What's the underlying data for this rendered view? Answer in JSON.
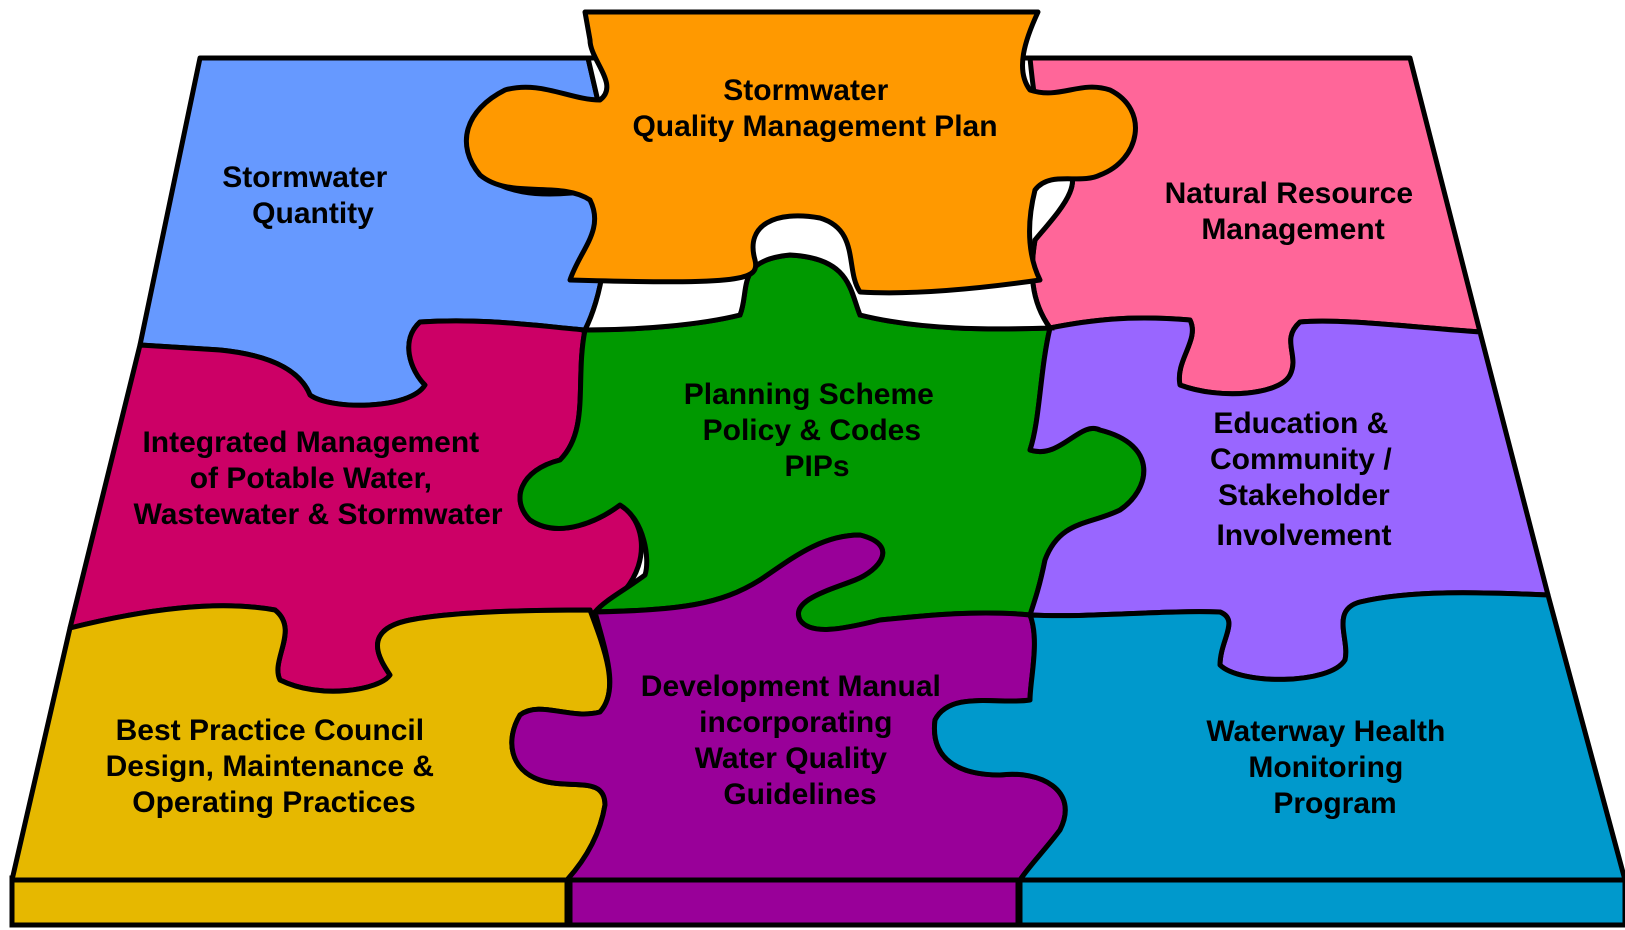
{
  "colors": {
    "stormwater_quantity": "#6699FF",
    "quality_plan": "#FF9900",
    "natural_resource": "#FF6699",
    "integrated_management": "#CC0066",
    "planning_scheme": "#009900",
    "education": "#9966FF",
    "best_practice": "#E6B800",
    "development_manual": "#990099",
    "waterway_health": "#0099CC",
    "outline": "#000000"
  },
  "pieces": {
    "stormwater_quantity": {
      "lines": [
        "Stormwater",
        "Quantity"
      ]
    },
    "quality_plan": {
      "lines": [
        "Stormwater",
        "Quality Management Plan"
      ]
    },
    "natural_resource": {
      "lines": [
        "Natural Resource",
        "Management"
      ]
    },
    "integrated_management": {
      "lines": [
        "Integrated Management",
        "of Potable Water,",
        "Wastewater & Stormwater"
      ]
    },
    "planning_scheme": {
      "lines": [
        "Planning Scheme",
        "Policy & Codes",
        "PIPs"
      ]
    },
    "education": {
      "lines": [
        "Education &",
        "Community /",
        "Stakeholder",
        "Involvement"
      ]
    },
    "best_practice": {
      "lines": [
        "Best Practice Council",
        "Design, Maintenance &",
        "Operating Practices"
      ]
    },
    "development_manual": {
      "lines": [
        "Development Manual",
        "incorporating",
        "Water Quality",
        "Guidelines"
      ]
    },
    "waterway_health": {
      "lines": [
        "Waterway Health",
        "Monitoring",
        "Program"
      ]
    }
  }
}
